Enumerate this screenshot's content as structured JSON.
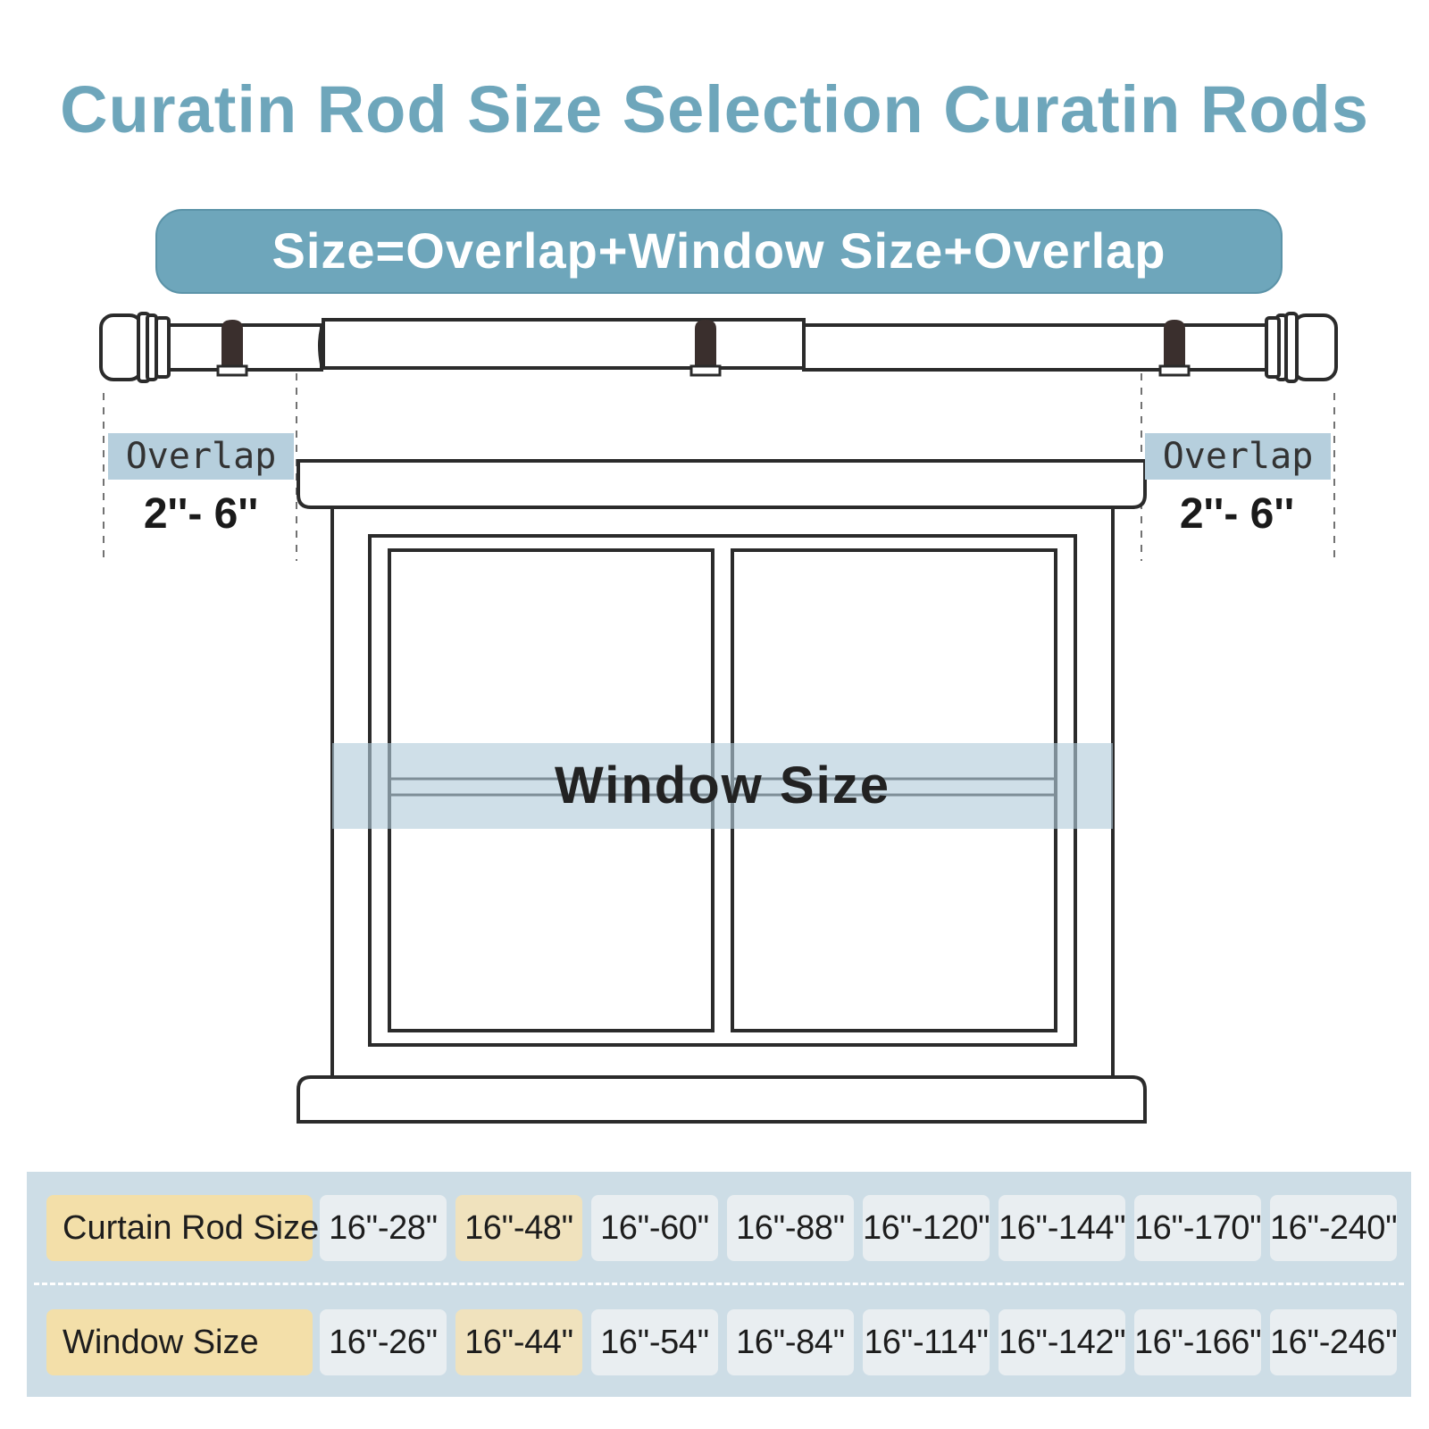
{
  "title": "Curatin Rod Size Selection Curatin Rods",
  "formula": "Size=Overlap+Window Size+Overlap",
  "overlap": {
    "label": "Overlap",
    "value": "2''- 6''"
  },
  "window_label": "Window Size",
  "table": {
    "rod_row": {
      "header": "Curtain Rod Size",
      "values": [
        "16''-28''",
        "16''-48''",
        "16''-60''",
        "16''-88''",
        "16''-120''",
        "16''-144''",
        "16''-170''",
        "16''-240''"
      ]
    },
    "window_row": {
      "header": "Window Size",
      "values": [
        "16''-26''",
        "16''-44''",
        "16''-54''",
        "16''-84''",
        "16''-114''",
        "16''-142''",
        "16''-166''",
        "16''-246''"
      ]
    },
    "highlighted_column": 2
  },
  "colors": {
    "accent": "#6ea6bb",
    "band": "#b6cfdd",
    "header_cell": "#f3dfa9",
    "outline": "#2b2b2b"
  }
}
